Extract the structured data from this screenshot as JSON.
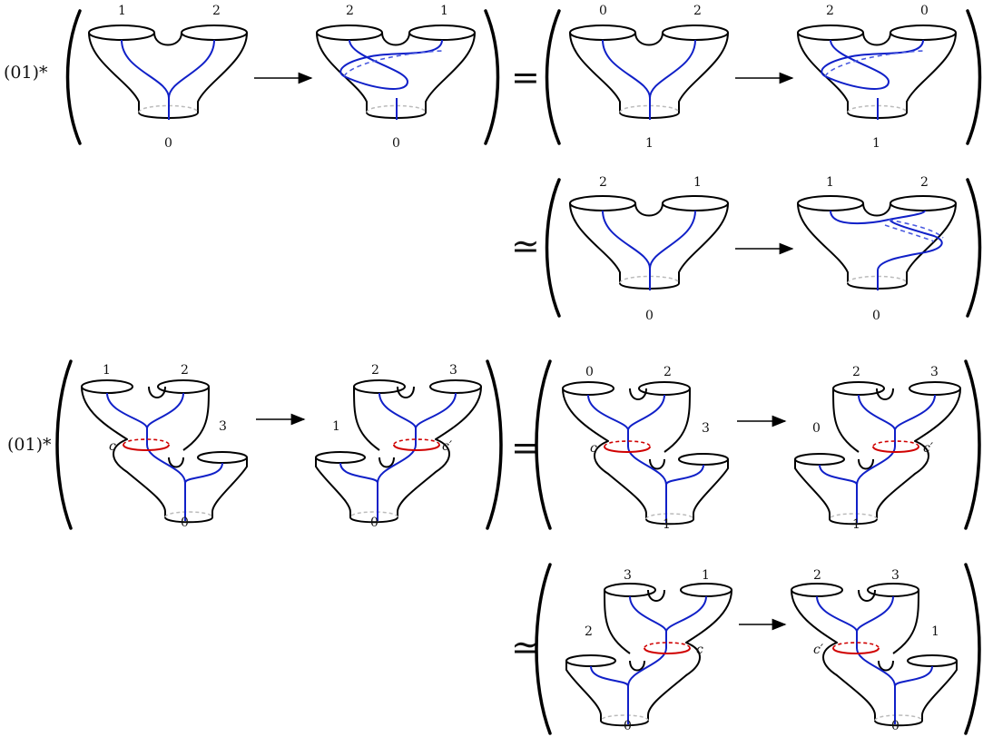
{
  "operator": {
    "text": "(01)*"
  },
  "symbols": {
    "equals": "=",
    "simeq": "≃"
  },
  "row1": {
    "lhs": {
      "left": {
        "top_left": "1",
        "top_right": "2",
        "bottom": "0"
      },
      "right": {
        "top_left": "2",
        "top_right": "1",
        "bottom": "0"
      }
    },
    "rhs": {
      "left": {
        "top_left": "0",
        "top_right": "2",
        "bottom": "1"
      },
      "right": {
        "top_left": "2",
        "top_right": "0",
        "bottom": "1"
      }
    },
    "alt": {
      "left": {
        "top_left": "2",
        "top_right": "1",
        "bottom": "0"
      },
      "right": {
        "top_left": "1",
        "top_right": "2",
        "bottom": "0"
      }
    }
  },
  "row2": {
    "lhs": {
      "left": {
        "a": "1",
        "b": "2",
        "c": "3",
        "bottom": "0",
        "curve": "c"
      },
      "right": {
        "a": "2",
        "b": "3",
        "c": "1",
        "bottom": "0",
        "curve": "c′"
      }
    },
    "rhs": {
      "left": {
        "a": "0",
        "b": "2",
        "c": "3",
        "bottom": "1",
        "curve": "c"
      },
      "right": {
        "a": "2",
        "b": "3",
        "c": "0",
        "bottom": "1",
        "curve": "c′"
      }
    },
    "alt": {
      "left": {
        "a": "3",
        "b": "1",
        "c": "2",
        "bottom": "0",
        "curve": "c"
      },
      "right": {
        "a": "2",
        "b": "3",
        "c": "1",
        "bottom": "0",
        "curve": "c′"
      }
    }
  }
}
